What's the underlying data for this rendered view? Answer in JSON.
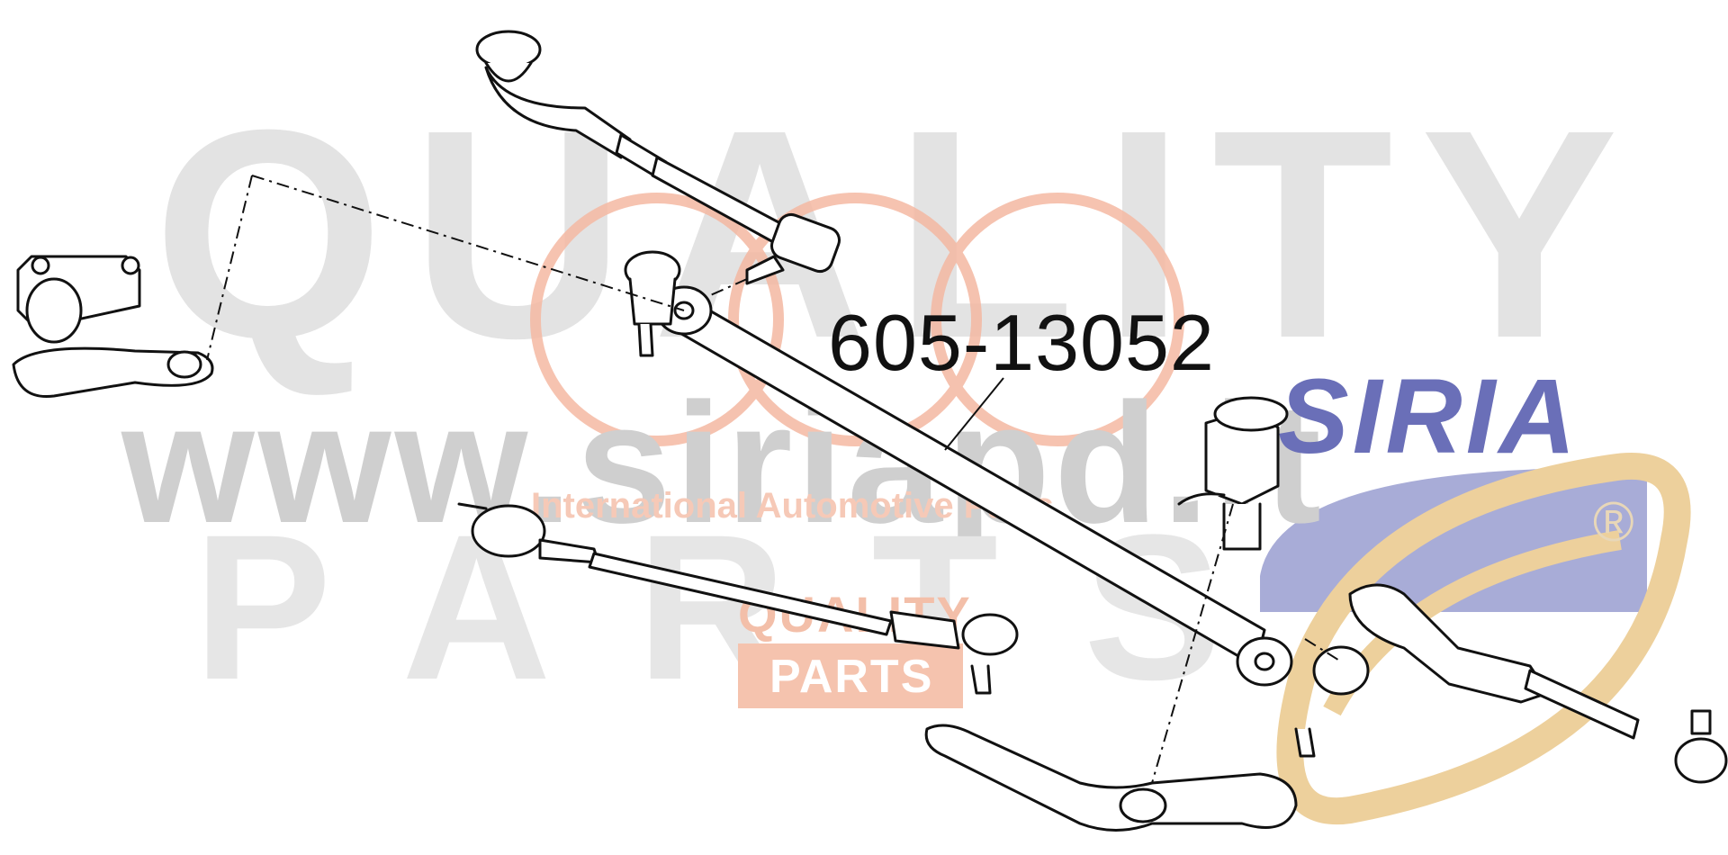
{
  "watermark": {
    "quality": "QUALITY",
    "website": "www.siriapd.it",
    "parts": "PARTS",
    "tagline": "International Automotive Parts",
    "badge_quality": "QUALITY",
    "badge_parts": "PARTS",
    "brand": "SIRIA",
    "registered": "®"
  },
  "diagram": {
    "part_number": "605-13052"
  },
  "colors": {
    "watermark_gray": "#e3e3e3",
    "watermark_orange": "#f5c3ae",
    "brand_blue": "#6a6fb8",
    "brand_gold": "#e9c27e",
    "line": "#111111"
  }
}
